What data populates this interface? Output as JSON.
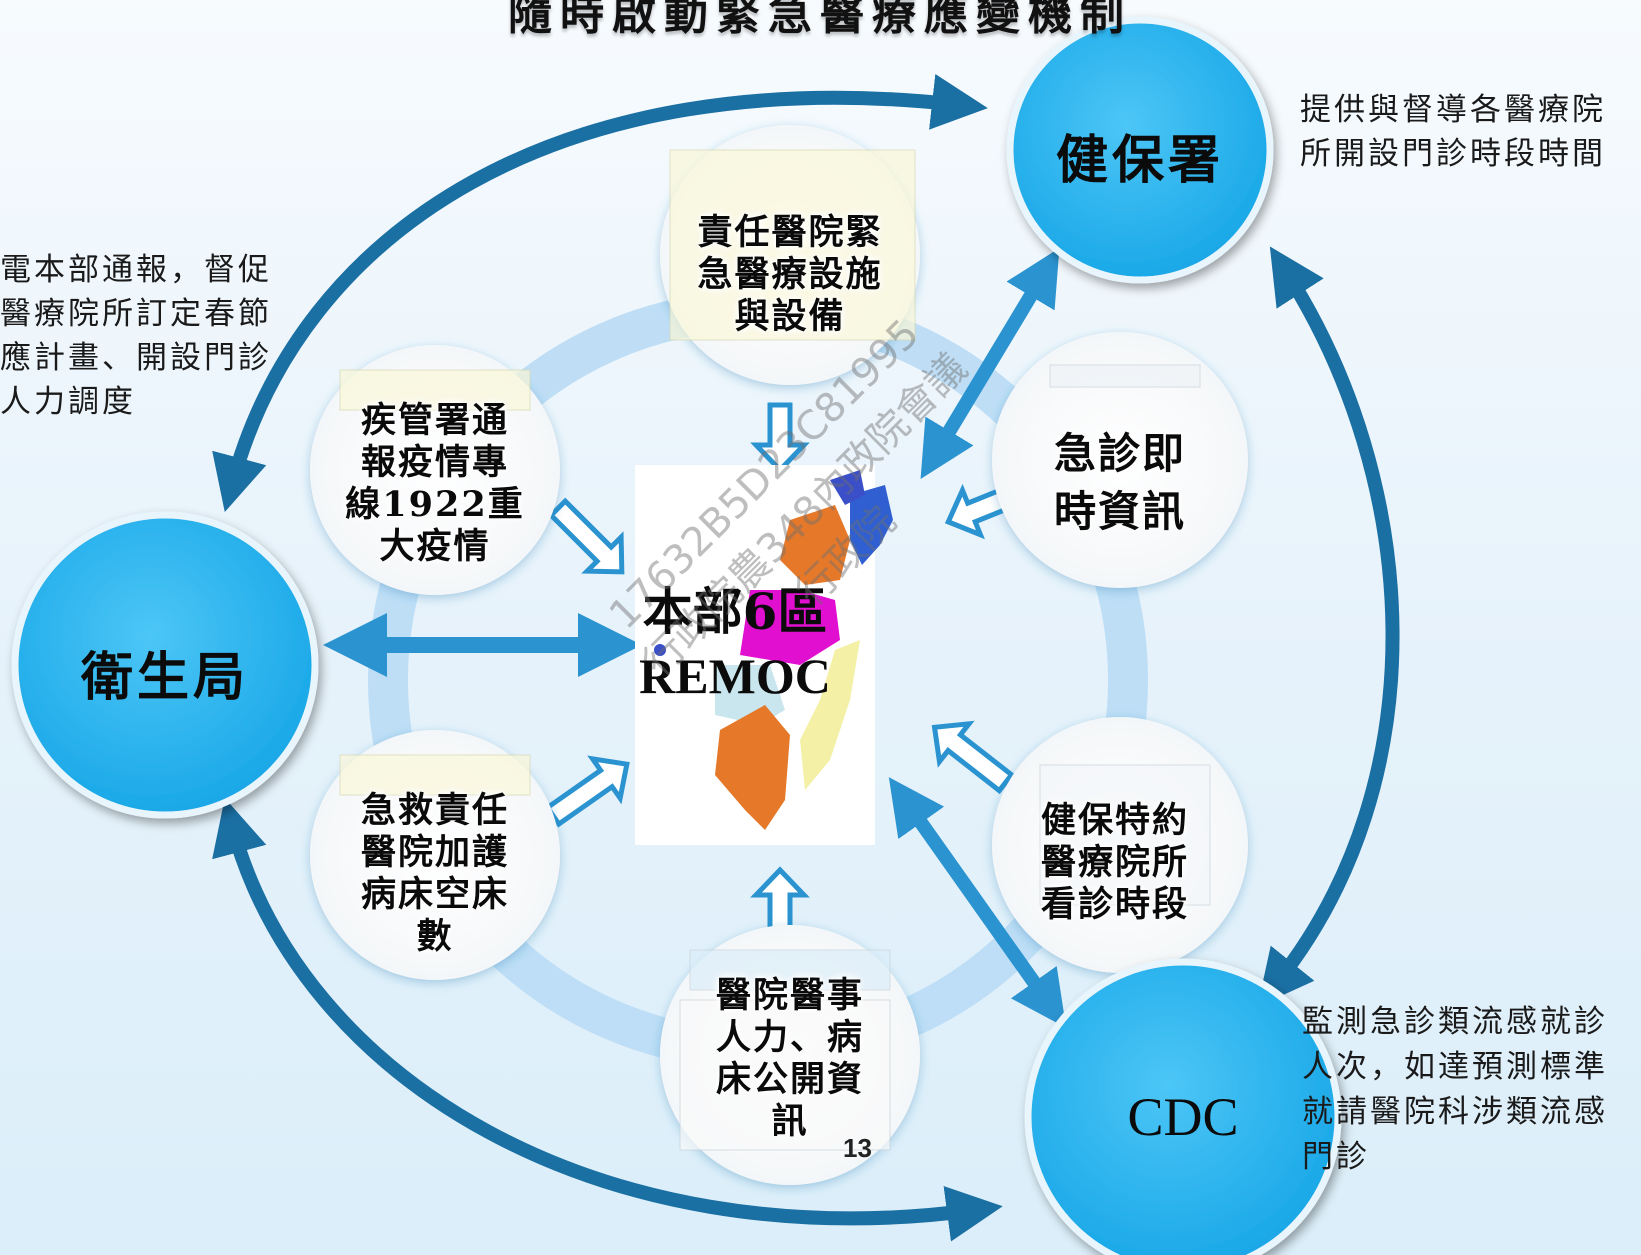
{
  "title": "隨時啟動緊急醫療應變機制",
  "nodes": {
    "nhia": "健保署",
    "health_bureau": "衛生局",
    "cdc": "CDC",
    "center_line1": "本部6區",
    "center_line2": "REMOC"
  },
  "side_text": {
    "left": [
      "電本部通報，督促",
      "醫療院所訂定春節",
      "應計畫、開設門診",
      "人力調度"
    ],
    "top_right": [
      "提供與督導各醫療院",
      "所開設門診時段時間"
    ],
    "bottom_right": [
      "監測急診類流感就診",
      "人次，如達預測標準",
      "就請醫院科涉類流感",
      "門診"
    ]
  },
  "info_circles": {
    "top": [
      "責任醫院緊",
      "急醫療設施",
      "與設備"
    ],
    "upper_left": [
      "疾管署通",
      "報疫情專",
      "線1922重",
      "大疫情"
    ],
    "upper_right": [
      "急診即",
      "時資訊"
    ],
    "lower_left": [
      "急救責任",
      "醫院加護",
      "病床空床",
      "數"
    ],
    "lower_right": [
      "健保特約",
      "醫療院所",
      "看診時段"
    ],
    "bottom": [
      "醫院醫事",
      "人力、病",
      "床公開資",
      "訊"
    ]
  },
  "page_number": "13",
  "watermark": [
    "17632B5D23C81995",
    "行政院農348內政院會議",
    "行政院"
  ],
  "colors": {
    "node_blue": "#29b6f0",
    "arrow_dark": "#1a6fa3",
    "arrow_mid": "#2a93d0",
    "ring_light": "#b9dcf5"
  }
}
